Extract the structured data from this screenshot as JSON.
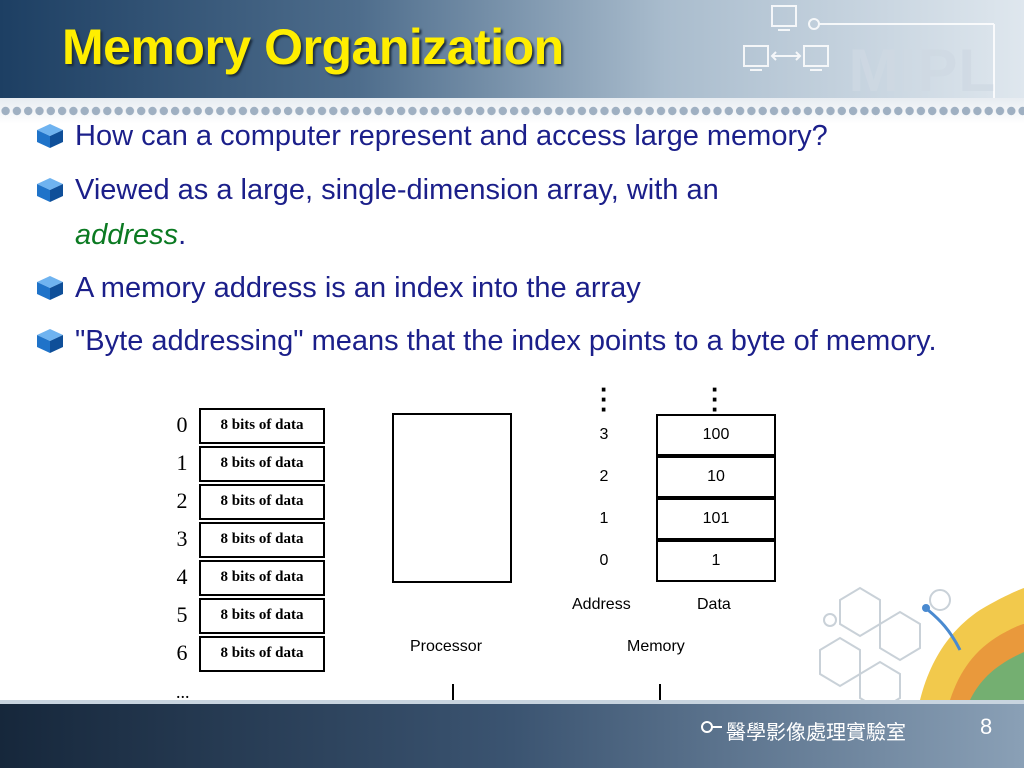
{
  "slide": {
    "title": "Memory Organization",
    "logo": "MIPL",
    "lab_name": "醫學影像處理實驗室",
    "page_number": "8"
  },
  "bullets": [
    {
      "text": "How can a computer represent and access large memory?"
    },
    {
      "text": "Viewed as a large, single-dimension array, with an",
      "emphasis": "address",
      "tail": "."
    },
    {
      "text": "A memory address is an index into the array"
    },
    {
      "text": "\"Byte addressing\" means that the index points to a byte of memory."
    }
  ],
  "byte_array": {
    "indices": [
      "0",
      "1",
      "2",
      "3",
      "4",
      "5",
      "6"
    ],
    "cell_label": "8 bits of data",
    "ellipsis": "..."
  },
  "processor_memory": {
    "processor_label": "Processor",
    "memory_label": "Memory",
    "address_header": "Address",
    "data_header": "Data",
    "rows": [
      {
        "address": "3",
        "data": "100"
      },
      {
        "address": "2",
        "data": "10"
      },
      {
        "address": "1",
        "data": "101"
      },
      {
        "address": "0",
        "data": "1"
      }
    ]
  },
  "colors": {
    "title": "#ffee00",
    "bullet_text": "#1b1f8a",
    "emphasis": "#0b7a22",
    "cube": "#1f73c9"
  }
}
